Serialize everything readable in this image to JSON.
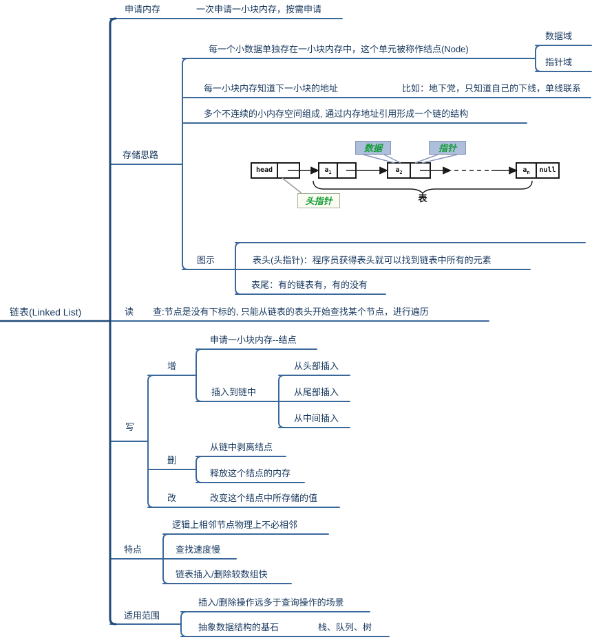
{
  "root": {
    "label": "链表(Linked List)"
  },
  "branches": {
    "apply_memory": {
      "label": "申请内存",
      "detail": "一次申请一小块内存，按需申请"
    },
    "storage_idea": {
      "label": "存储思路",
      "node_unit": {
        "label": "每一个小数据单独存在一小块内存中，这个单元被称作结点(Node)",
        "data_field": "数据域",
        "pointer_field": "指针域"
      },
      "knows_next": {
        "label": "每一小块内存知道下一小块的地址",
        "analogy": "比如：地下党，只知道自己的下线，单线联系"
      },
      "chain_structure": {
        "label": "多个不连续的小内存空间组成, 通过内存地址引用形成一个链的结构"
      },
      "illustration": {
        "label": "图示",
        "head_note": "表头(头指针)：程序员获得表头就可以找到链表中所有的元素",
        "tail_note": "表尾：有的链表有，有的没有"
      }
    },
    "read": {
      "label": "读",
      "detail": "查:节点是没有下标的, 只能从链表的表头开始查找某个节点，进行遍历"
    },
    "write": {
      "label": "写",
      "add": {
        "label": "增",
        "alloc": "申请一小块内存--结点",
        "insert": {
          "label": "插入到链中",
          "from_head": "从头部插入",
          "from_tail": "从尾部插入",
          "from_middle": "从中间插入"
        }
      },
      "delete": {
        "label": "删",
        "detach": "从链中剥离结点",
        "free": "释放这个结点的内存"
      },
      "modify": {
        "label": "改",
        "detail": "改变这个结点中所存储的值"
      }
    },
    "features": {
      "label": "特点",
      "items": [
        "逻辑上相邻节点物理上不必相邻",
        "查找速度慢",
        "链表插入/删除较数组快"
      ]
    },
    "scope": {
      "label": "适用范围",
      "scene": "插入/删除操作远多于查询操作的场景",
      "foundation": "抽象数据结构的基石",
      "examples": "栈、队列、树"
    }
  },
  "diagram": {
    "head": "head",
    "a": "a",
    "sub1": "1",
    "sub2": "2",
    "subn": "n",
    "null": "null",
    "data_label": "数据",
    "pointer_label": "指针",
    "head_pointer_label": "头指针",
    "list_label": "表"
  },
  "colors": {
    "text": "#17375E",
    "line": "#3A689B",
    "trunk": "#1E4976",
    "green": "#149C38"
  }
}
